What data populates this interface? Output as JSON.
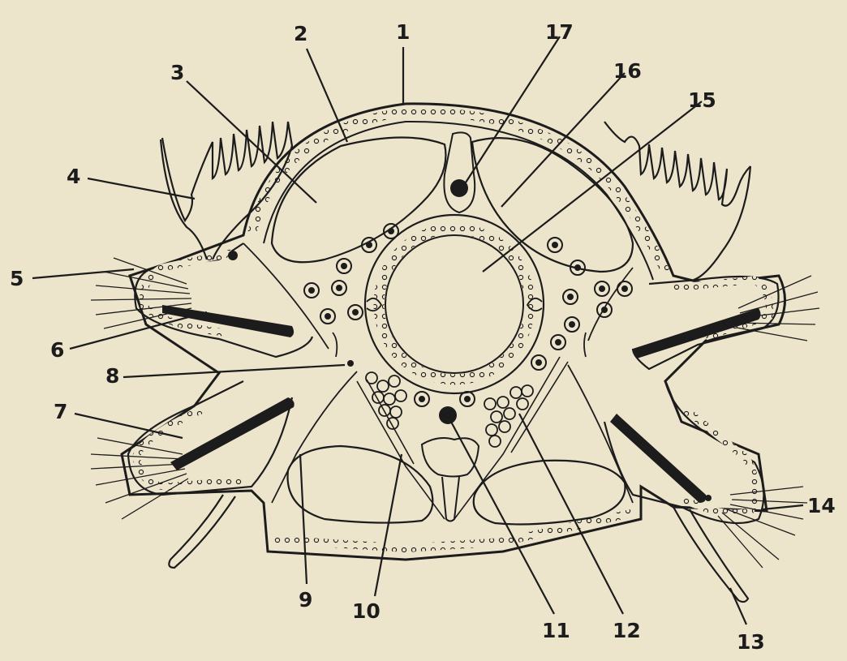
{
  "figure": {
    "labels": [
      "1",
      "2",
      "3",
      "4",
      "5",
      "6",
      "7",
      "8",
      "9",
      "10",
      "11",
      "12",
      "13",
      "14",
      "15",
      "16",
      "17"
    ]
  },
  "colors": {
    "paper": "#ede4cc",
    "ink": "#1c1c1c",
    "stipple_fill": "#ddd2b4"
  }
}
